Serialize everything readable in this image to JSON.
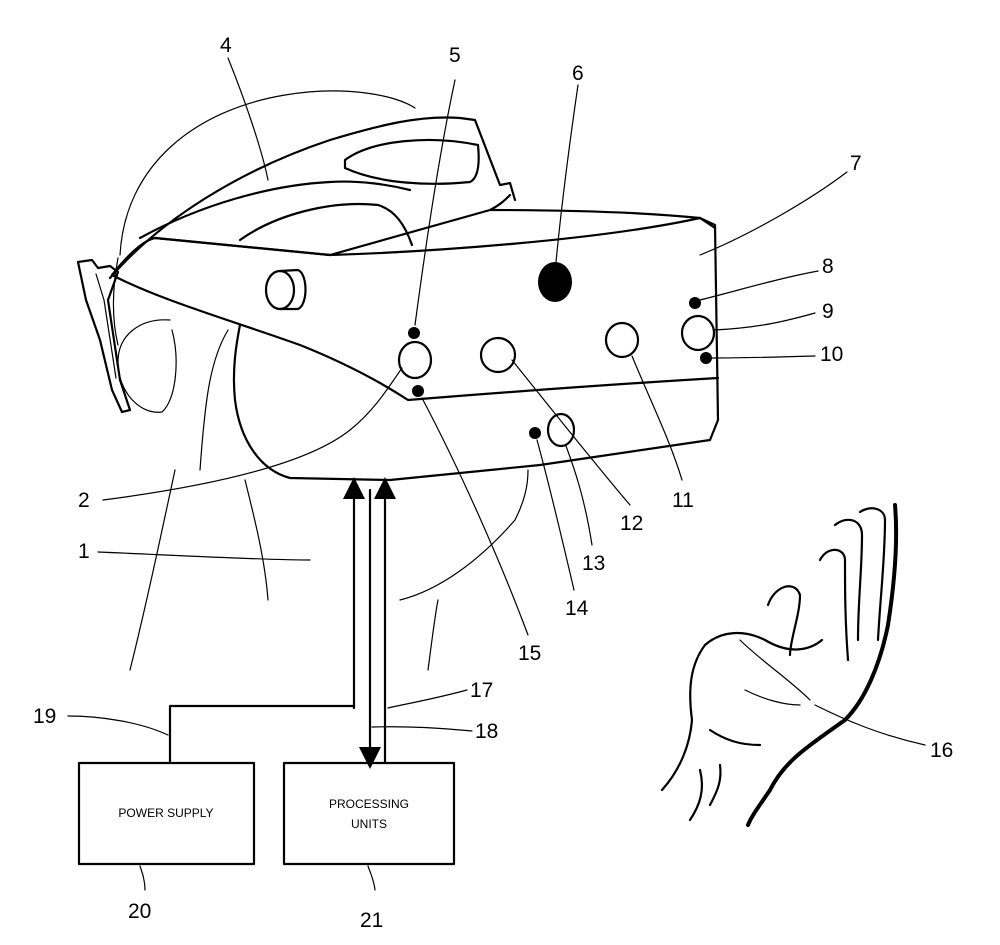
{
  "figure": {
    "boxes": {
      "power_supply": "POWER SUPPLY",
      "processing_line1": "PROCESSING",
      "processing_line2": "UNITS"
    },
    "refs": {
      "r1": "1",
      "r2": "2",
      "r4": "4",
      "r5": "5",
      "r6": "6",
      "r7": "7",
      "r8": "8",
      "r9": "9",
      "r10": "10",
      "r11": "11",
      "r12": "12",
      "r13": "13",
      "r14": "14",
      "r15": "15",
      "r16": "16",
      "r17": "17",
      "r18": "18",
      "r19": "19",
      "r20": "20",
      "r21": "21"
    }
  }
}
